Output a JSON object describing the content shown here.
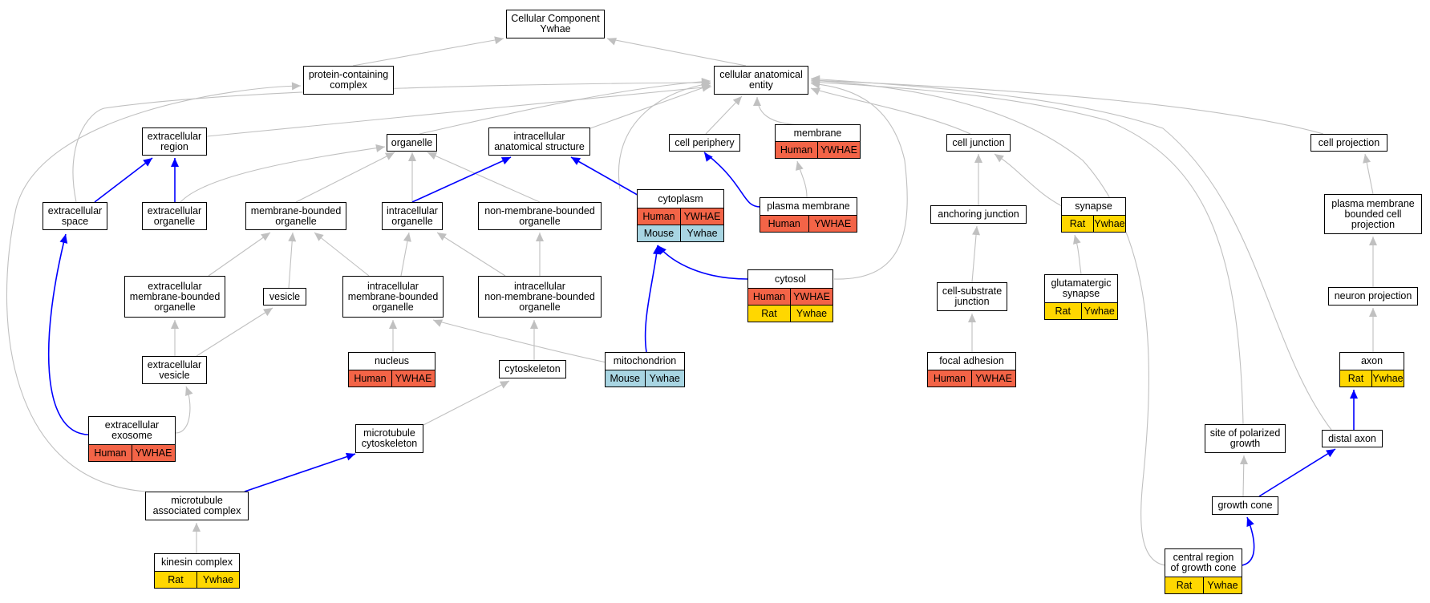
{
  "colors": {
    "human": "#f36447",
    "mouse": "#a8d5e2",
    "rat": "#ffd700",
    "edge_gray": "#c0c0c0",
    "edge_blue": "#0000ff"
  },
  "nodes": {
    "root": {
      "title": "Cellular Component\nYwhae"
    },
    "protein_complex": {
      "title": "protein-containing\ncomplex"
    },
    "cae": {
      "title": "cellular anatomical\nentity"
    },
    "ext_region": {
      "title": "extracellular\nregion"
    },
    "organelle": {
      "title": "organelle"
    },
    "intra_anat": {
      "title": "intracellular\nanatomical structure"
    },
    "cell_periphery": {
      "title": "cell periphery"
    },
    "membrane": {
      "title": "membrane",
      "rows": [
        [
          "Human",
          "YWHAE"
        ]
      ]
    },
    "cell_junction": {
      "title": "cell junction"
    },
    "cell_projection": {
      "title": "cell projection"
    },
    "ext_space": {
      "title": "extracellular\nspace"
    },
    "ext_organelle": {
      "title": "extracellular\norganelle"
    },
    "mb_organelle": {
      "title": "membrane-bounded\norganelle"
    },
    "ic_organelle": {
      "title": "intracellular\norganelle"
    },
    "nmb_organelle": {
      "title": "non-membrane-bounded\norganelle"
    },
    "cytoplasm": {
      "title": "cytoplasm",
      "rows": [
        [
          "Human",
          "YWHAE"
        ],
        [
          "Mouse",
          "Ywhae"
        ]
      ]
    },
    "plasma_membrane": {
      "title": "plasma membrane",
      "rows": [
        [
          "Human",
          "YWHAE"
        ]
      ]
    },
    "anchoring_junction": {
      "title": "anchoring junction"
    },
    "synapse": {
      "title": "synapse",
      "rows": [
        [
          "Rat",
          "Ywhae"
        ]
      ]
    },
    "pm_bounded_proj": {
      "title": "plasma membrane\nbounded cell\nprojection"
    },
    "ext_mb_organelle": {
      "title": "extracellular\nmembrane-bounded\norganelle"
    },
    "vesicle": {
      "title": "vesicle"
    },
    "ic_mb_organelle": {
      "title": "intracellular\nmembrane-bounded\norganelle"
    },
    "ic_nmb_organelle": {
      "title": "intracellular\nnon-membrane-bounded\norganelle"
    },
    "cytosol": {
      "title": "cytosol",
      "rows": [
        [
          "Human",
          "YWHAE"
        ],
        [
          "Rat",
          "Ywhae"
        ]
      ]
    },
    "cs_junction": {
      "title": "cell-substrate\njunction"
    },
    "glut_synapse": {
      "title": "glutamatergic\nsynapse",
      "rows": [
        [
          "Rat",
          "Ywhae"
        ]
      ]
    },
    "neuron_proj": {
      "title": "neuron projection"
    },
    "ext_vesicle": {
      "title": "extracellular\nvesicle"
    },
    "nucleus": {
      "title": "nucleus",
      "rows": [
        [
          "Human",
          "YWHAE"
        ]
      ]
    },
    "cytoskeleton": {
      "title": "cytoskeleton"
    },
    "mitochondrion": {
      "title": "mitochondrion",
      "rows": [
        [
          "Mouse",
          "Ywhae"
        ]
      ]
    },
    "focal_adhesion": {
      "title": "focal adhesion",
      "rows": [
        [
          "Human",
          "YWHAE"
        ]
      ]
    },
    "axon": {
      "title": "axon",
      "rows": [
        [
          "Rat",
          "Ywhae"
        ]
      ]
    },
    "ext_exosome": {
      "title": "extracellular\nexosome",
      "rows": [
        [
          "Human",
          "YWHAE"
        ]
      ]
    },
    "mt_cytoskeleton": {
      "title": "microtubule\ncytoskeleton"
    },
    "polarized_growth": {
      "title": "site of polarized\ngrowth"
    },
    "distal_axon": {
      "title": "distal axon"
    },
    "growth_cone": {
      "title": "growth cone"
    },
    "mt_assoc_complex": {
      "title": "microtubule\nassociated complex"
    },
    "kinesin": {
      "title": "kinesin complex",
      "rows": [
        [
          "Rat",
          "Ywhae"
        ]
      ]
    },
    "central_gc": {
      "title": "central region\nof growth cone",
      "rows": [
        [
          "Rat",
          "Ywhae"
        ]
      ]
    }
  }
}
